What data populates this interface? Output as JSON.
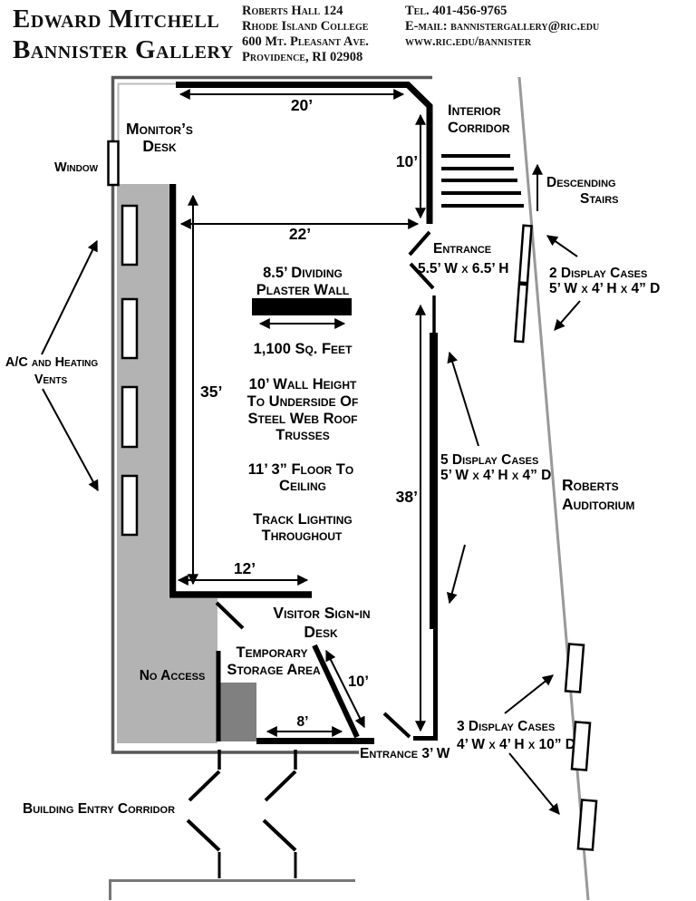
{
  "header": {
    "title": {
      "line1": "Edward Mitchell",
      "line2": "Bannister Gallery"
    },
    "address": {
      "line1": "Roberts Hall 124",
      "line2": "Rhode Island College",
      "line3": "600 Mt. Pleasant Ave.",
      "line4": "Providence, RI 02908"
    },
    "contact": {
      "line1": "Tel. 401-456-9765",
      "line2": "E-mail: bannistergallery@ric.edu",
      "line3": "www.ric.edu/bannister"
    }
  },
  "plan": {
    "monitors_desk": {
      "line1": "Monitor’s",
      "line2": "Desk"
    },
    "window": "Window",
    "interior_corridor": {
      "line1": "Interior",
      "line2": "Corridor"
    },
    "descending_stairs": {
      "line1": "Descending",
      "line2": "Stairs"
    },
    "entrance_main": {
      "label": "Entrance",
      "size": "5.5’ W x 6.5’ H"
    },
    "entrance_rear": "Entrance 3’ W",
    "display_cases_2": {
      "label": "2 Display Cases",
      "size": "5’ W x 4’ H x 4” D"
    },
    "display_cases_5": {
      "label": "5 Display Cases",
      "size": "5’ W x 4’ H x 4” D"
    },
    "display_cases_3": {
      "label": "3 Display Cases",
      "size": "4’ W x 4’ H x 10” D"
    },
    "roberts_auditorium": {
      "line1": "Roberts",
      "line2": "Auditorium"
    },
    "ac_vents": {
      "line1": "A/C and Heating",
      "line2": "Vents"
    },
    "dividing_wall": {
      "line1": "8.5’ Dividing",
      "line2": "Plaster Wall"
    },
    "area": "1,100 Sq. Feet",
    "wall_height": {
      "line1": "10’ Wall Height",
      "line2": "To Underside Of",
      "line3": "Steel Web Roof",
      "line4": "Trusses"
    },
    "floor_to_ceiling": {
      "line1": "11’ 3” Floor To",
      "line2": "Ceiling"
    },
    "track_lighting": {
      "line1": "Track Lighting",
      "line2": "Throughout"
    },
    "visitor_desk": {
      "line1": "Visitor Sign-in",
      "line2": "Desk"
    },
    "temporary_storage": {
      "line1": "Temporary",
      "line2": "Storage Area"
    },
    "no_access": "No Access",
    "building_entry": "Building Entry Corridor",
    "dims": {
      "top_wall": "20’",
      "corridor": "10’",
      "upper_width": "22’",
      "left_height": "35’",
      "right_height": "38’",
      "lower_width": "12’",
      "desk": "10’",
      "rear": "8’"
    },
    "colors": {
      "wall": "#000000",
      "no_access_fill": "#b3b3b3",
      "storage_fill": "#808080",
      "boundary": "#595959",
      "auditorium_wall": "#999999",
      "lower_structure": "#777777"
    }
  }
}
